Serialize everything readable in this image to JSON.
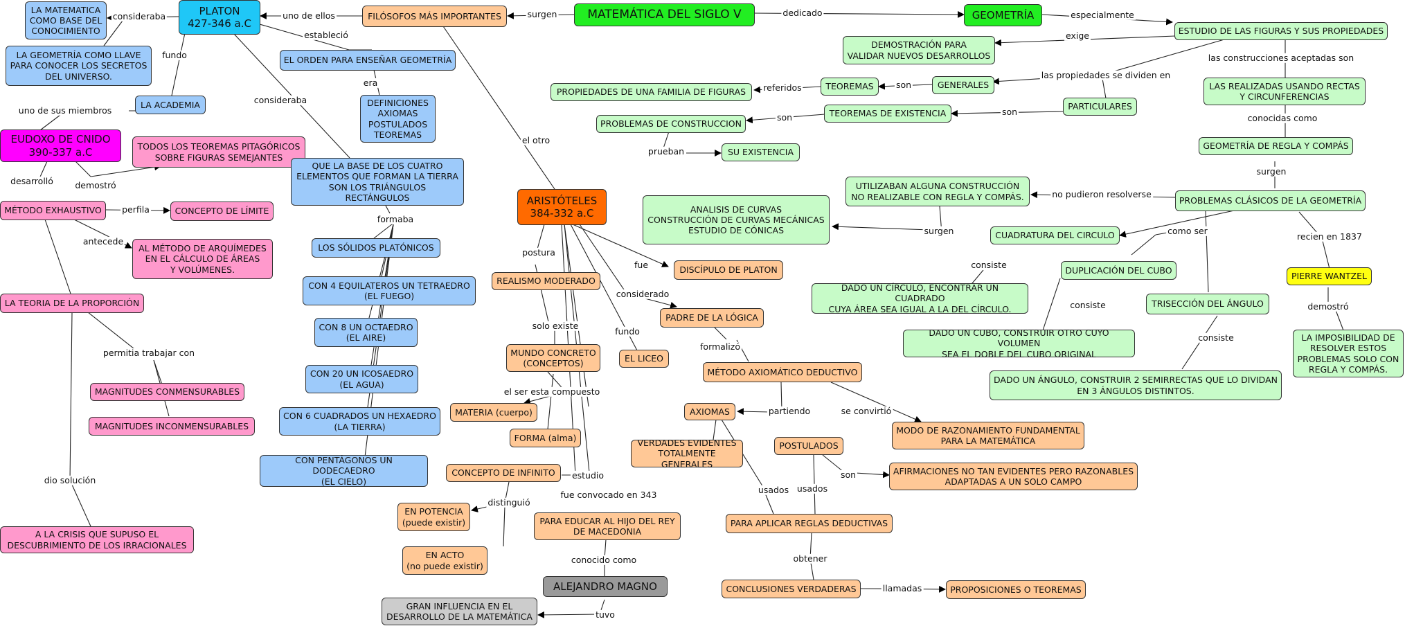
{
  "colors": {
    "green": "#22ee22",
    "light_green": "#c7fbc8",
    "blue": "#9dcafa",
    "cyan": "#1fc7f7",
    "orange": "#ffc896",
    "dark_orange": "#ff6a00",
    "pink": "#ff99cc",
    "magenta": "#ff00ff",
    "yellow": "#ffff11",
    "grey": "#9a9a9a",
    "light_grey": "#cccccc"
  },
  "nodes": {
    "matematica_siglo_v": "MATEMÁTICA DEL SIGLO V",
    "geometria": "GEOMETRÍA",
    "estudio_figuras": "ESTUDIO DE LAS FIGURAS Y SUS PROPIEDADES",
    "demostracion": "DEMOSTRACIÓN PARA\nVALIDAR NUEVOS DESARROLLOS",
    "realizadas_rectas": "LAS REALIZADAS USANDO RECTAS\nY CIRCUNFERENCIAS",
    "regla_compas": "GEOMETRÍA DE REGLA Y COMPÁS",
    "problemas_clasicos": "PROBLEMAS CLÁSICOS DE LA GEOMETRÍA",
    "generales": "GENERALES",
    "particulares": "PARTICULARES",
    "teoremas": "TEOREMAS",
    "propiedades_familia": "PROPIEDADES DE UNA FAMILIA DE FIGURAS",
    "teoremas_existencia": "TEOREMAS DE EXISTENCIA",
    "problemas_construccion": "PROBLEMAS DE CONSTRUCCION",
    "su_existencia": "SU EXISTENCIA",
    "utilizaban": "UTILIZABAN ALGUNA CONSTRUCCIÓN\nNO REALIZABLE CON REGLA Y COMPÁS.",
    "analisis_curvas": "ANALISIS DE CURVAS\nCONSTRUCCIÓN DE CURVAS MECÁNICAS\nESTUDIO DE CÓNICAS",
    "cuadratura": "CUADRATURA DEL CIRCULO",
    "duplicacion": "DUPLICACIÓN DEL CUBO",
    "triseccion": "TRISECCIÓN DEL ÁNGULO",
    "pierre": "PIERRE WANTZEL",
    "imposibilidad": "LA IMPOSIBILIDAD DE\nRESOLVER ESTOS\nPROBLEMAS SOLO CON\nREGLA Y COMPÁS.",
    "dado_circulo": "DADO UN CÍRCULO, ENCONTRAR UN CUADRADO\nCUYA ÁREA SEA IGUAL A LA DEL CÍRCULO.",
    "dado_cubo": "DADO UN CUBO, CONSTRUIR OTRO CUYO VOLUMEN\nSEA EL DOBLE DEL CUBO ORIGINAL",
    "dado_angulo": "DADO UN ÁNGULO, CONSTRUIR 2 SEMIRRECTAS QUE LO DIVIDAN\nEN 3 ÁNGULOS DISTINTOS.",
    "filosofos": "FILÓSOFOS MÁS IMPORTANTES",
    "platon": "PLATON\n427-346 a.C",
    "matematica_base": "LA MATEMATICA\nCOMO BASE DEL\nCONOCIMIENTO",
    "geometria_llave": "LA GEOMETRÍA COMO LLAVE\nPARA CONOCER LOS SECRETOS\nDEL UNIVERSO.",
    "academia": "LA ACADEMIA",
    "orden_ensenar": "EL ORDEN PARA ENSEÑAR GEOMETRÍA",
    "definiciones": "DEFINICIONES\nAXIOMAS\nPOSTULADOS\nTEOREMAS",
    "eudoxo": "EUDOXO DE CNIDO\n390-337 a.C",
    "teoremas_pitagoricos": "TODOS LOS TEOREMAS PITAGÓRICOS\nSOBRE FIGURAS SEMEJANTES",
    "base_cuatro": "QUE LA BASE DE LOS CUATRO\nELEMENTOS QUE FORMAN LA TIERRA\nSON LOS TRIÁNGULOS\nRECTÁNGULOS",
    "metodo_exhaustivo": "MÉTODO EXHAUSTIVO",
    "concepto_limite": "CONCEPTO DE LÍMITE",
    "metodo_arquimedes": "AL MÉTODO DE ARQUÍMEDES\nEN EL CÁLCULO DE ÁREAS\nY VOLÚMENES.",
    "teoria_proporcion": "LA TEORIA DE LA PROPORCIÓN",
    "conmensurables": "MAGNITUDES CONMENSURABLES",
    "inconmensurables": "MAGNITUDES INCONMENSURABLES",
    "crisis": "A LA CRISIS QUE SUPUSO EL\nDESCUBRIMIENTO DE LOS IRRACIONALES",
    "solidos": "LOS SÓLIDOS PLATÓNICOS",
    "tetraedro": "CON 4 EQUILATEROS UN TETRAEDRO\n(EL FUEGO)",
    "octaedro": "CON 8 UN OCTAEDRO\n(EL AIRE)",
    "icosaedro": "CON 20 UN ICOSAEDRO\n(EL AGUA)",
    "hexaedro": "CON 6 CUADRADOS UN HEXAEDRO\n(LA TIERRA)",
    "dodecaedro": "CON PENTÁGONOS UN DODECAEDRO\n(EL CIELO)",
    "aristoteles": "ARISTÓTELES\n384-332 a.C",
    "realismo": "REALISMO MODERADO",
    "mundo_concreto": "MUNDO CONCRETO\n(CONCEPTOS)",
    "materia": "MATERIA (cuerpo)",
    "forma": "FORMA (alma)",
    "concepto_infinito": "CONCEPTO DE INFINITO",
    "en_potencia": "EN POTENCIA\n(puede existir)",
    "en_acto": "EN ACTO\n(no puede existir)",
    "educar": "PARA EDUCAR AL HIJO DEL REY\nDE MACEDONIA",
    "alejandro": "ALEJANDRO MAGNO",
    "gran_influencia": "GRAN INFLUENCIA EN EL\nDESARROLLO DE LA MATEMÁTICA",
    "discipulo": "DISCÍPULO DE PLATON",
    "padre_logica": "PADRE DE LA LÓGICA",
    "liceo": "EL LICEO",
    "metodo_axiomatico": "MÉTODO AXIOMÁTICO DEDUCTIVO",
    "axiomas": "AXIOMAS",
    "verdades": "VERDADES EVIDENTES\nTOTALMENTE GENERALES",
    "postulados": "POSTULADOS",
    "modo_razonamiento": "MODO DE RAZONAMIENTO FUNDAMENTAL\nPARA LA MATEMÁTICA",
    "afirmaciones": "AFIRMACIONES NO TAN EVIDENTES PERO RAZONABLES\nADAPTADAS A UN SOLO CAMPO",
    "reglas_deductivas": "PARA APLICAR REGLAS DEDUCTIVAS",
    "conclusiones": "CONCLUSIONES VERDADERAS",
    "proposiciones": "PROPOSICIONES O TEOREMAS"
  },
  "labels": {
    "dedicado": "dedicado",
    "surgen_top": "surgen",
    "especialmente": "especialmente",
    "exige": "exige",
    "construcciones_aceptadas": "las construcciones aceptadas son",
    "propiedades_dividen": "las propiedades se dividen en",
    "son_generales": "son",
    "referidos": "referidos",
    "son_particulares": "son",
    "son_existencia": "son",
    "prueban": "prueban",
    "conocidas_como": "conocidas como",
    "surgen_regla": "surgen",
    "no_pudieron": "no pudieron resolverse",
    "surgen_analisis": "surgen",
    "como_ser": "como ser",
    "recien_1837": "recien en 1837",
    "consiste_1": "consiste",
    "consiste_2": "consiste",
    "consiste_3": "consiste",
    "demostro_pierre": "demostró",
    "uno_de_ellos": "uno de ellos",
    "el_otro": "el otro",
    "consideraba_1": "consideraba",
    "fundo_platon": "fundo",
    "establecio": "estableció",
    "era": "era",
    "uno_de_sus_miembros": "uno de sus miembros",
    "consideraba_2": "consideraba",
    "desarrollo": "desarrolló",
    "demostro_eudoxo": "demostró",
    "perfila": "perfila",
    "antecede": "antecede",
    "permitia": "permitia trabajar con",
    "dio_solucion": "dio solución",
    "formaba": "formaba",
    "postura": "postura",
    "solo_existe": "solo existe",
    "el_ser": "el ser esta compuesto",
    "estudio": "estudio",
    "distinguio": "distinguió",
    "fue_convocado": "fue convocado en 343",
    "conocido_como": "conocido como",
    "tuvo": "tuvo",
    "fue": "fue",
    "considerado": "considerado",
    "fundo_aristoteles": "fundo",
    "formalizo": "formalizó",
    "partiendo": "partiendo",
    "se_convirtio": "se convirtió",
    "son_postulados": "son",
    "usados_1": "usados",
    "usados_2": "usados",
    "obtener": "obtener",
    "llamadas": "llamadas"
  }
}
